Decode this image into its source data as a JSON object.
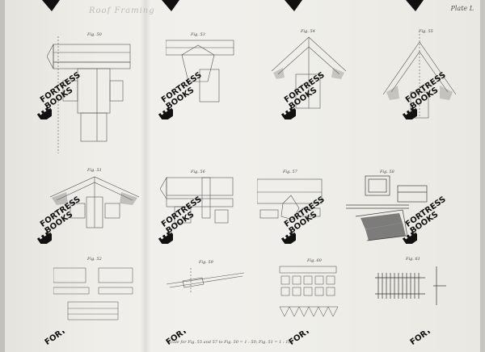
{
  "page": {
    "plate_label": "Plate L",
    "faint_heading": "Roof Framing",
    "scale_caption": "Scale for Fig. 55 and 57 to Fig. 50 = 1 : 50; Fig. 51 = 1 : 100"
  },
  "figures": [
    {
      "id": "fig50",
      "label": "Fig. 50"
    },
    {
      "id": "fig51",
      "label": "Fig. 51"
    },
    {
      "id": "fig52",
      "label": "Fig. 52"
    },
    {
      "id": "fig53",
      "label": "Fig. 53"
    },
    {
      "id": "fig54",
      "label": "Fig. 54"
    },
    {
      "id": "fig55",
      "label": "Fig. 55"
    },
    {
      "id": "fig56",
      "label": "Fig. 56"
    },
    {
      "id": "fig57",
      "label": "Fig. 57"
    },
    {
      "id": "fig58",
      "label": "Fig. 58"
    },
    {
      "id": "fig59",
      "label": "Fig. 59"
    },
    {
      "id": "fig60",
      "label": "Fig. 60"
    },
    {
      "id": "fig61",
      "label": "Fig. 61"
    }
  ],
  "watermark": {
    "line1": "FORTRESS",
    "line2": "BOOKS",
    "color": "#111111"
  }
}
